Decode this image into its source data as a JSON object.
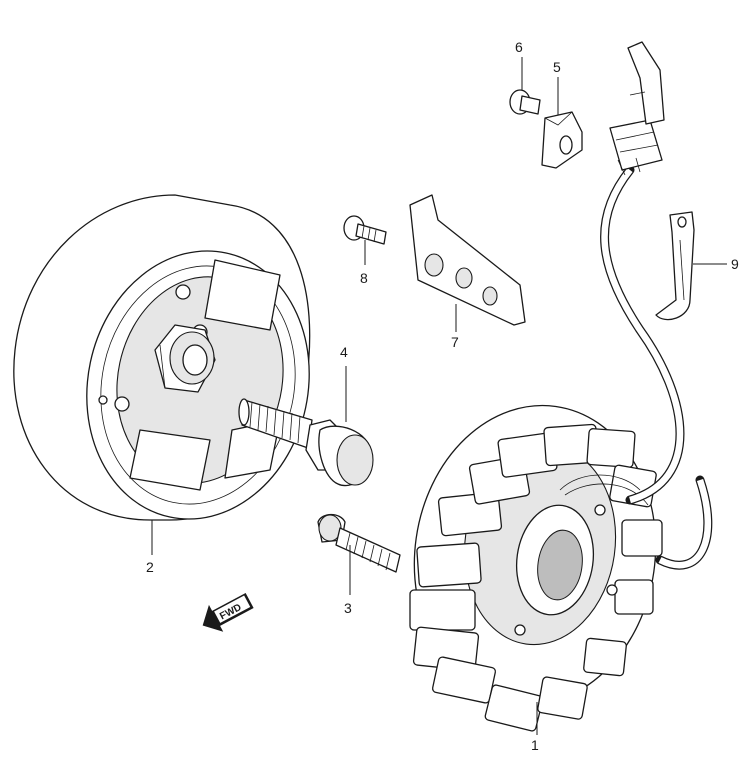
{
  "callouts": {
    "p1": "1",
    "p2": "2",
    "p3": "3",
    "p4": "4",
    "p5": "5",
    "p6": "6",
    "p7": "7",
    "p8": "8",
    "p9": "9"
  },
  "fwd_label": "FWD",
  "colors": {
    "line": "#1a1a1a",
    "background": "#ffffff",
    "shade": "#e6e6e6"
  }
}
